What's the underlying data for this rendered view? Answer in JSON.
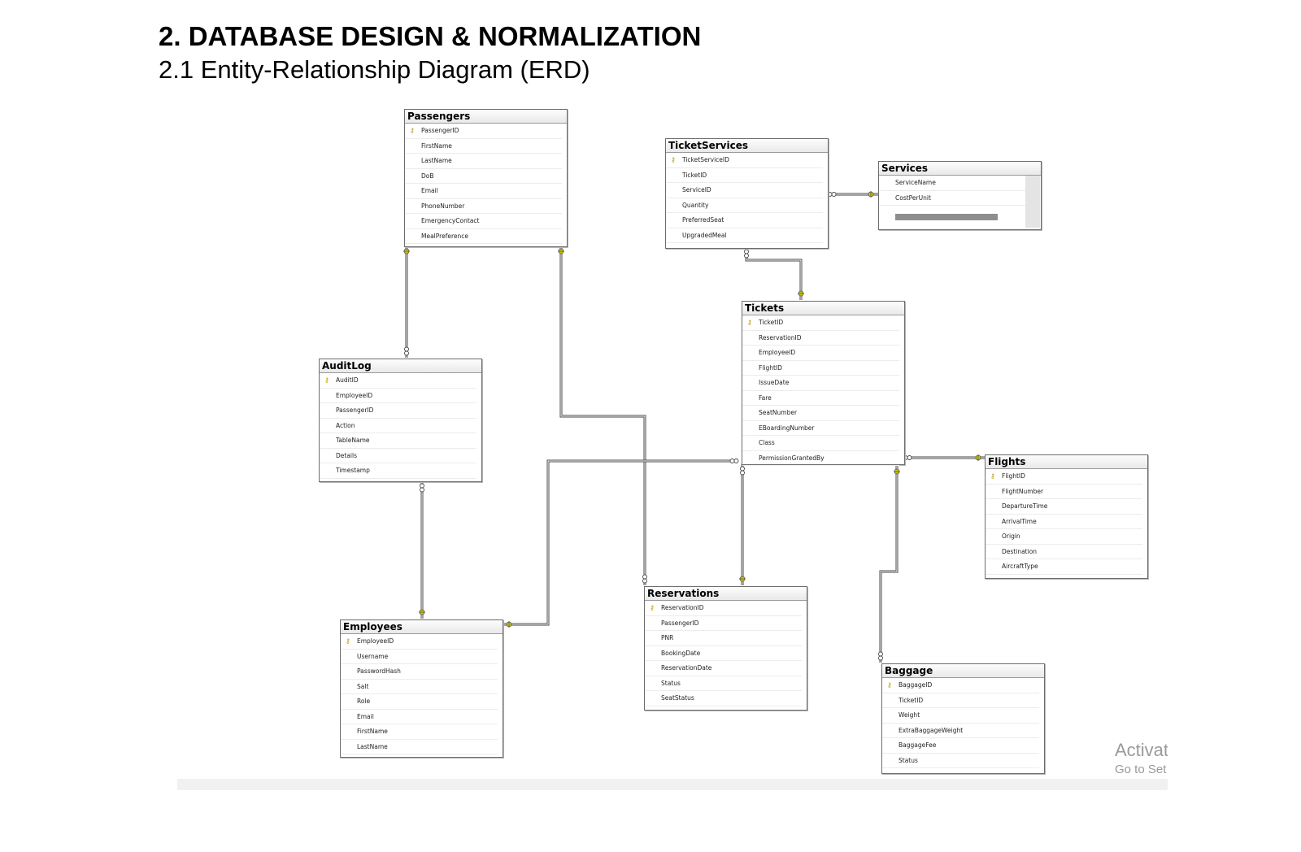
{
  "heading": "2. DATABASE DESIGN & NORMALIZATION",
  "subheading": "2.1 Entity-Relationship Diagram (ERD)",
  "watermark": {
    "line1": "Activat",
    "line2": "Go to Set"
  },
  "colors": {
    "fk_end": "#c8c800",
    "entity_border": "#6d6d6d",
    "connector": "#4a4a4a"
  },
  "entities": {
    "passengers": {
      "title": "Passengers",
      "fields": [
        "PassengerID",
        "FirstName",
        "LastName",
        "DoB",
        "Email",
        "PhoneNumber",
        "EmergencyContact",
        "MealPreference"
      ]
    },
    "ticketservices": {
      "title": "TicketServices",
      "fields": [
        "TicketServiceID",
        "TicketID",
        "ServiceID",
        "Quantity",
        "PreferredSeat",
        "UpgradedMeal"
      ]
    },
    "services": {
      "title": "Services",
      "fields": [
        "ServiceName",
        "CostPerUnit"
      ]
    },
    "tickets": {
      "title": "Tickets",
      "fields": [
        "TicketID",
        "ReservationID",
        "EmployeeID",
        "FlightID",
        "IssueDate",
        "Fare",
        "SeatNumber",
        "EBoardingNumber",
        "Class",
        "PermissionGrantedBy"
      ]
    },
    "auditlog": {
      "title": "AuditLog",
      "fields": [
        "AuditID",
        "EmployeeID",
        "PassengerID",
        "Action",
        "TableName",
        "Details",
        "Timestamp"
      ]
    },
    "flights": {
      "title": "Flights",
      "fields": [
        "FlightID",
        "FlightNumber",
        "DepartureTime",
        "ArrivalTime",
        "Origin",
        "Destination",
        "AircraftType"
      ]
    },
    "reservations": {
      "title": "Reservations",
      "fields": [
        "ReservationID",
        "PassengerID",
        "PNR",
        "BookingDate",
        "ReservationDate",
        "Status",
        "SeatStatus"
      ]
    },
    "employees": {
      "title": "Employees",
      "fields": [
        "EmployeeID",
        "Username",
        "PasswordHash",
        "Salt",
        "Role",
        "Email",
        "FirstName",
        "LastName"
      ]
    },
    "baggage": {
      "title": "Baggage",
      "fields": [
        "BaggageID",
        "TicketID",
        "Weight",
        "ExtraBaggageWeight",
        "BaggageFee",
        "Status"
      ]
    }
  }
}
